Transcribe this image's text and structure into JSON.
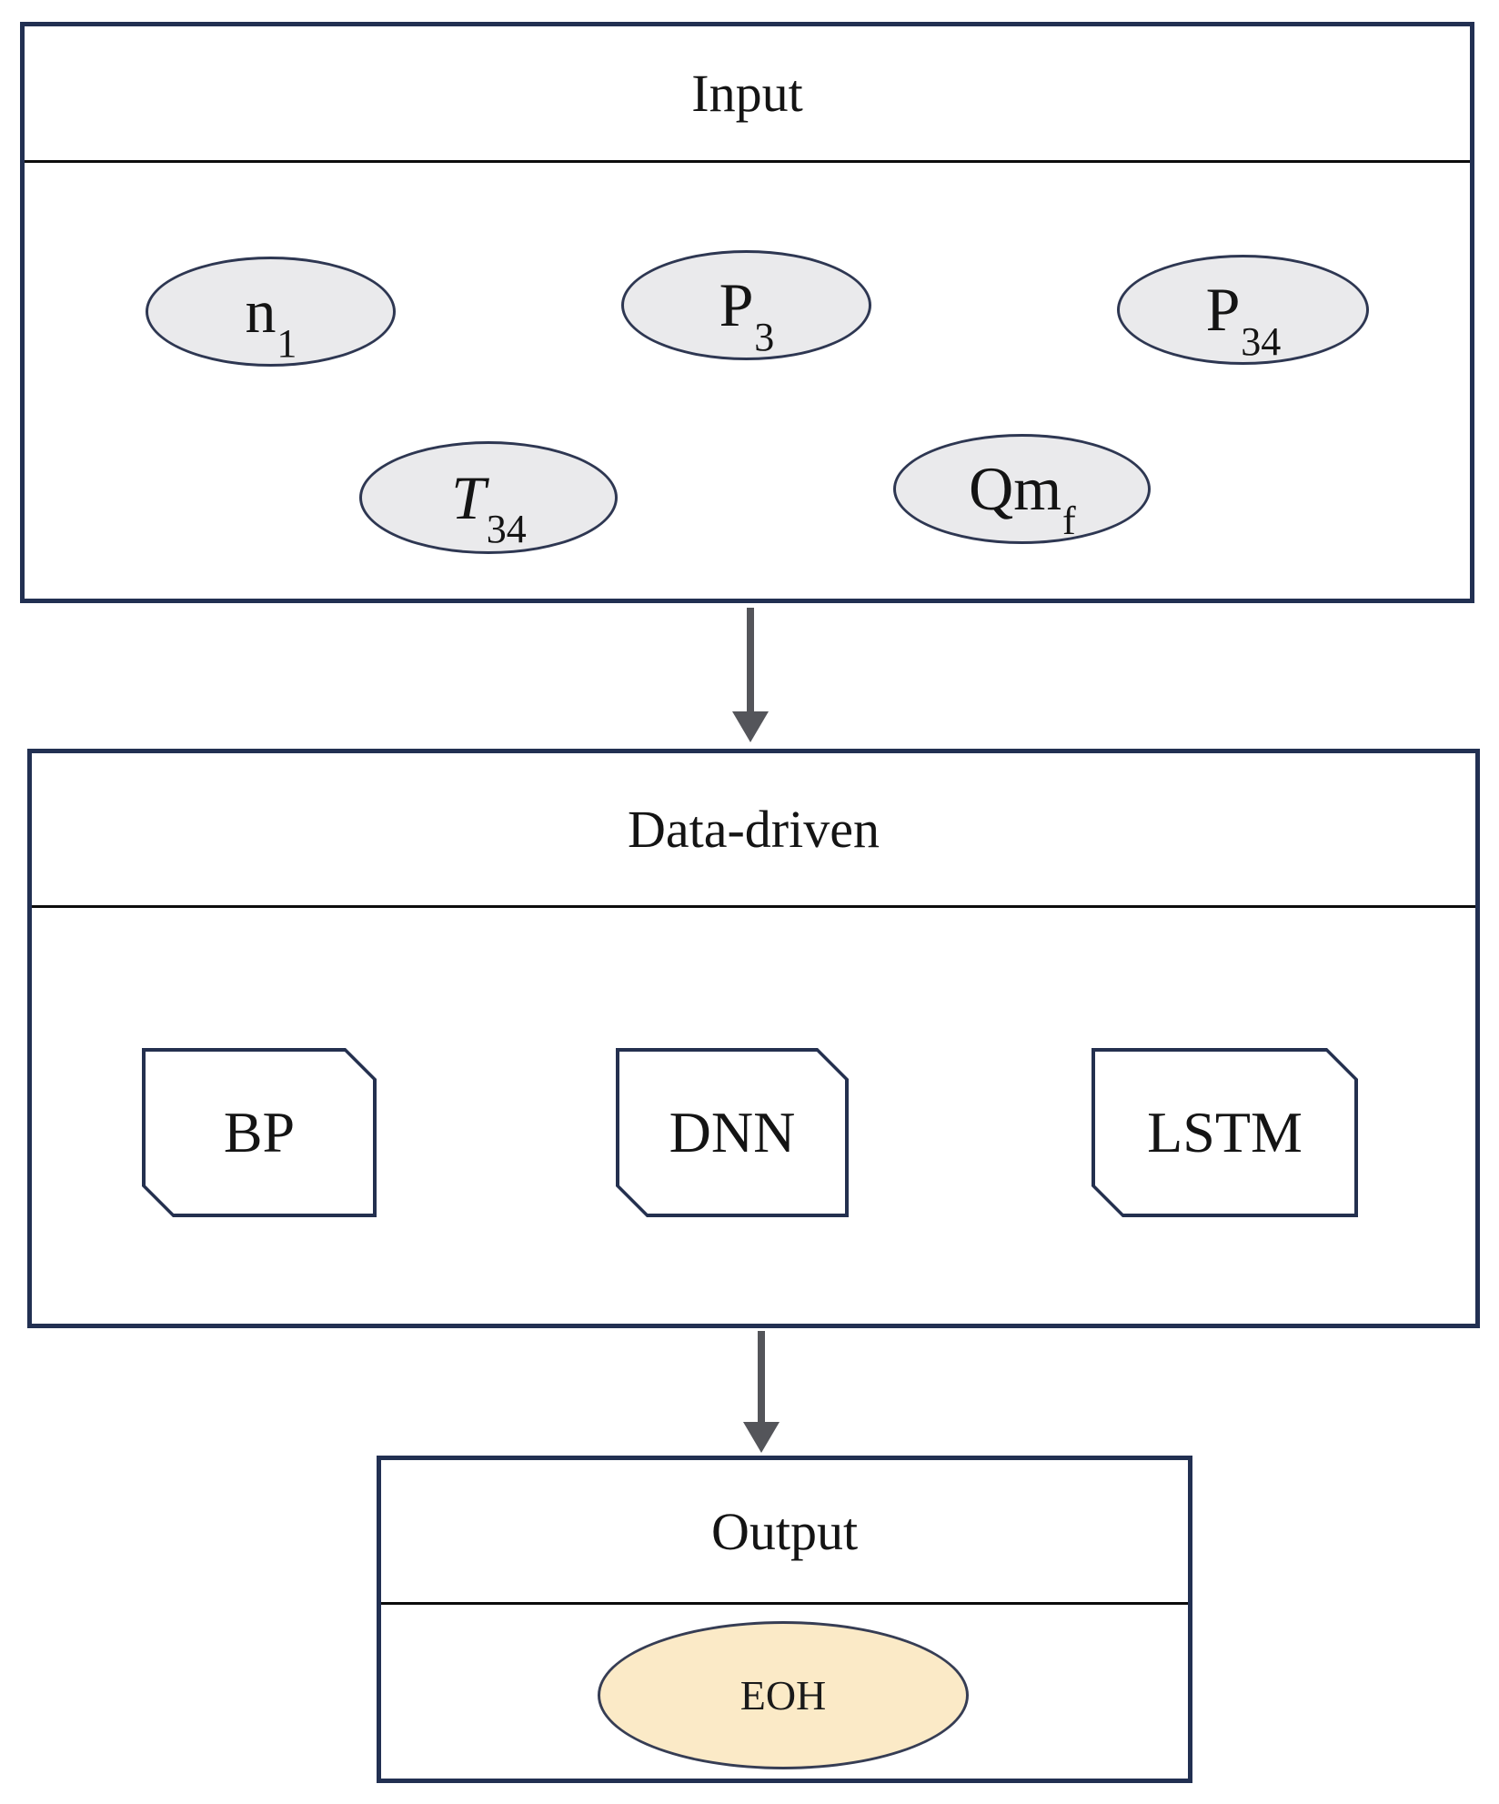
{
  "input": {
    "title": "Input",
    "nodes": [
      {
        "main": "n",
        "sub": "1"
      },
      {
        "main": "P",
        "sub": "3"
      },
      {
        "main": "P",
        "sub": "34"
      },
      {
        "main": "T",
        "sub": "34"
      },
      {
        "main": "Qm",
        "sub": "f"
      }
    ]
  },
  "data_driven": {
    "title": "Data-driven",
    "models": [
      {
        "label": "BP"
      },
      {
        "label": "DNN"
      },
      {
        "label": "LSTM"
      }
    ]
  },
  "output": {
    "title": "Output",
    "result": "EOH"
  },
  "colors": {
    "section_border": "#223052",
    "separator_line": "#0c0c0c",
    "input_node_fill": "#eaeaec",
    "input_node_border": "#2e3752",
    "model_box_border": "#24304f",
    "model_box_fill": "#ffffff",
    "output_node_fill": "#fbeac7",
    "output_node_border": "#363d54",
    "arrow": "#54555a"
  }
}
